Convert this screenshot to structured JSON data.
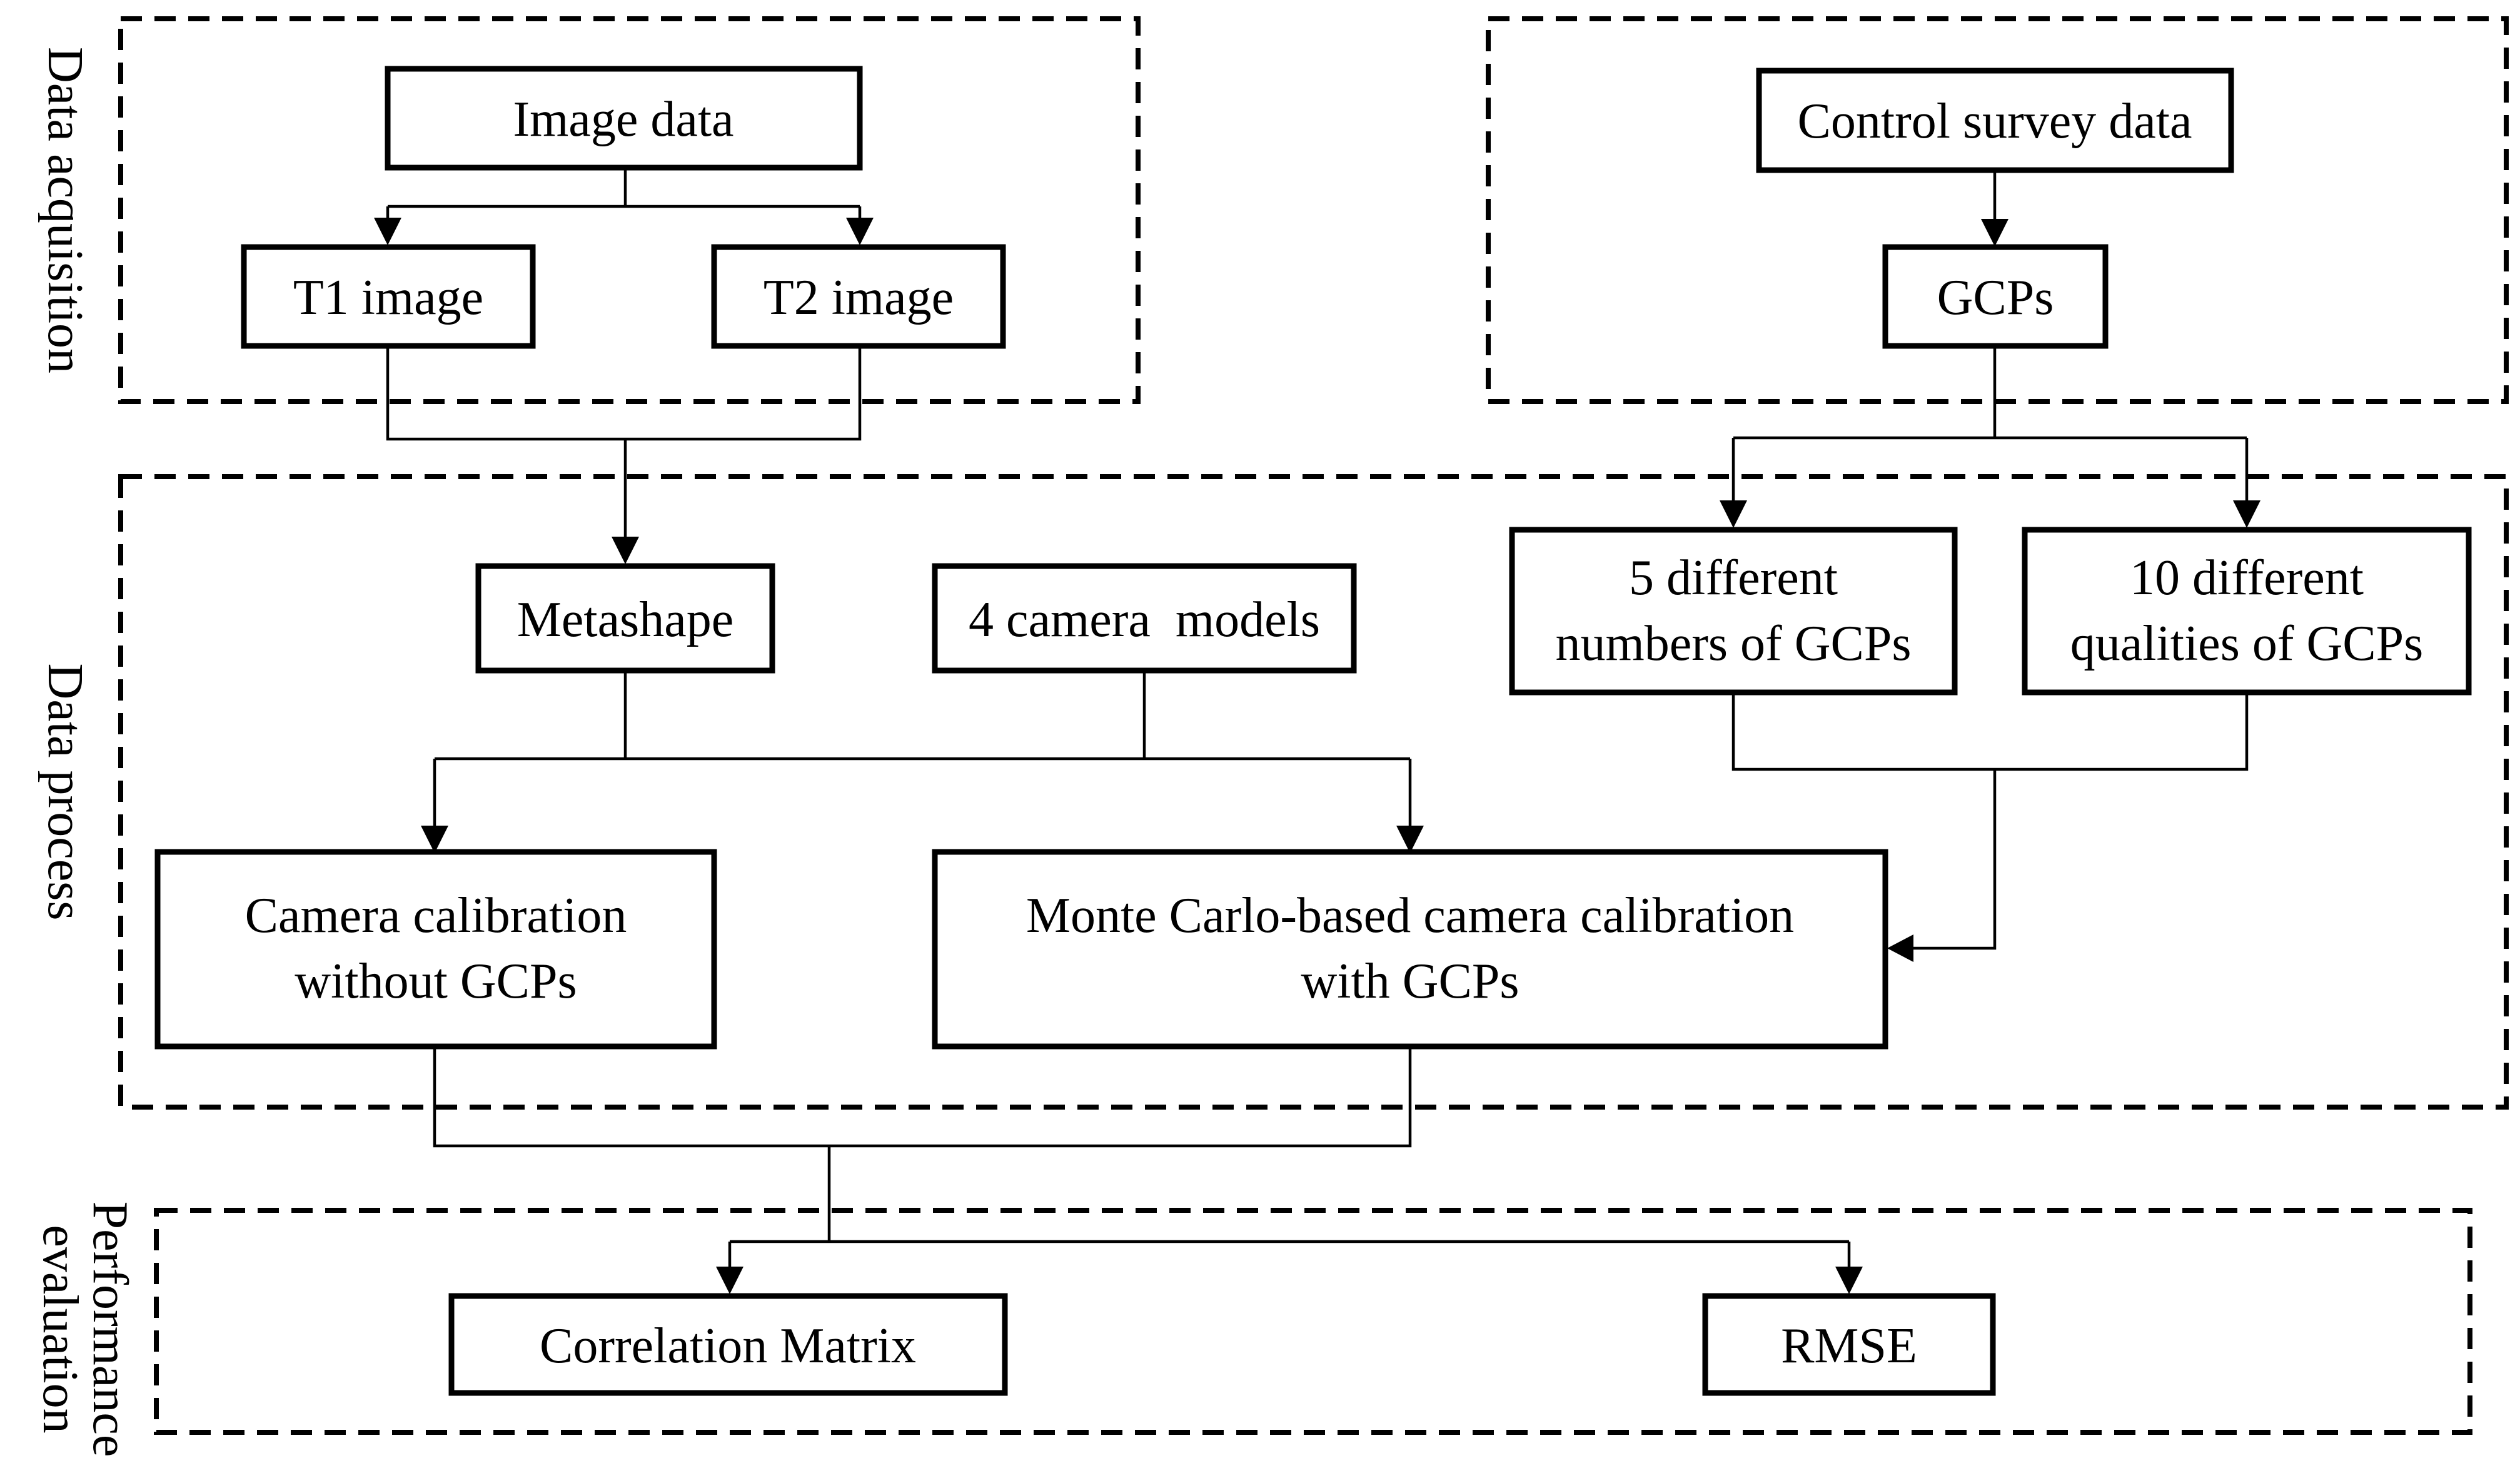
{
  "groups": {
    "acquisition": "Data acquisition",
    "process": "Data process",
    "evaluation_line1": "Performance",
    "evaluation_line2": "evaluation"
  },
  "nodes": {
    "image_data": "Image data",
    "t1_image": "T1 image",
    "t2_image": "T2 image",
    "control_survey": "Control survey data",
    "gcps": "GCPs",
    "metashape": "Metashape",
    "camera_models": "4 camera  models",
    "five_numbers_line1": "5 different",
    "five_numbers_line2": "numbers of GCPs",
    "ten_qualities_line1": "10 different",
    "ten_qualities_line2": "qualities of GCPs",
    "calib_no_gcp_line1": "Camera calibration",
    "calib_no_gcp_line2": "without GCPs",
    "monte_carlo_line1": "Monte Carlo-based camera calibration",
    "monte_carlo_line2": "with GCPs",
    "correlation_matrix": "Correlation Matrix",
    "rmse": "RMSE"
  }
}
